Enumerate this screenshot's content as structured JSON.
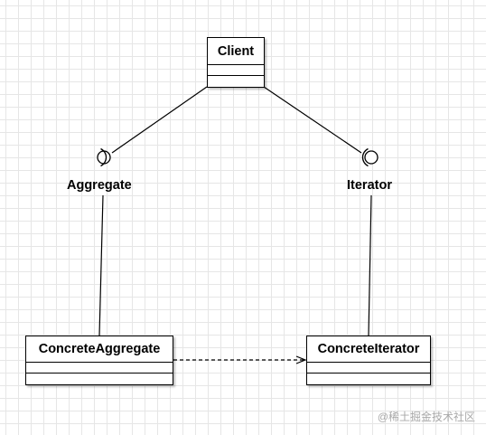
{
  "classes": {
    "client": {
      "name": "Client"
    },
    "concrete_aggregate": {
      "name": "ConcreteAggregate"
    },
    "concrete_iterator": {
      "name": "ConcreteIterator"
    }
  },
  "interfaces": {
    "aggregate": {
      "name": "Aggregate"
    },
    "iterator": {
      "name": "Iterator"
    }
  },
  "watermark": "@稀土掘金技术社区",
  "colors": {
    "line": "#000000",
    "grid": "#e6e6e6",
    "background": "#ffffff"
  }
}
